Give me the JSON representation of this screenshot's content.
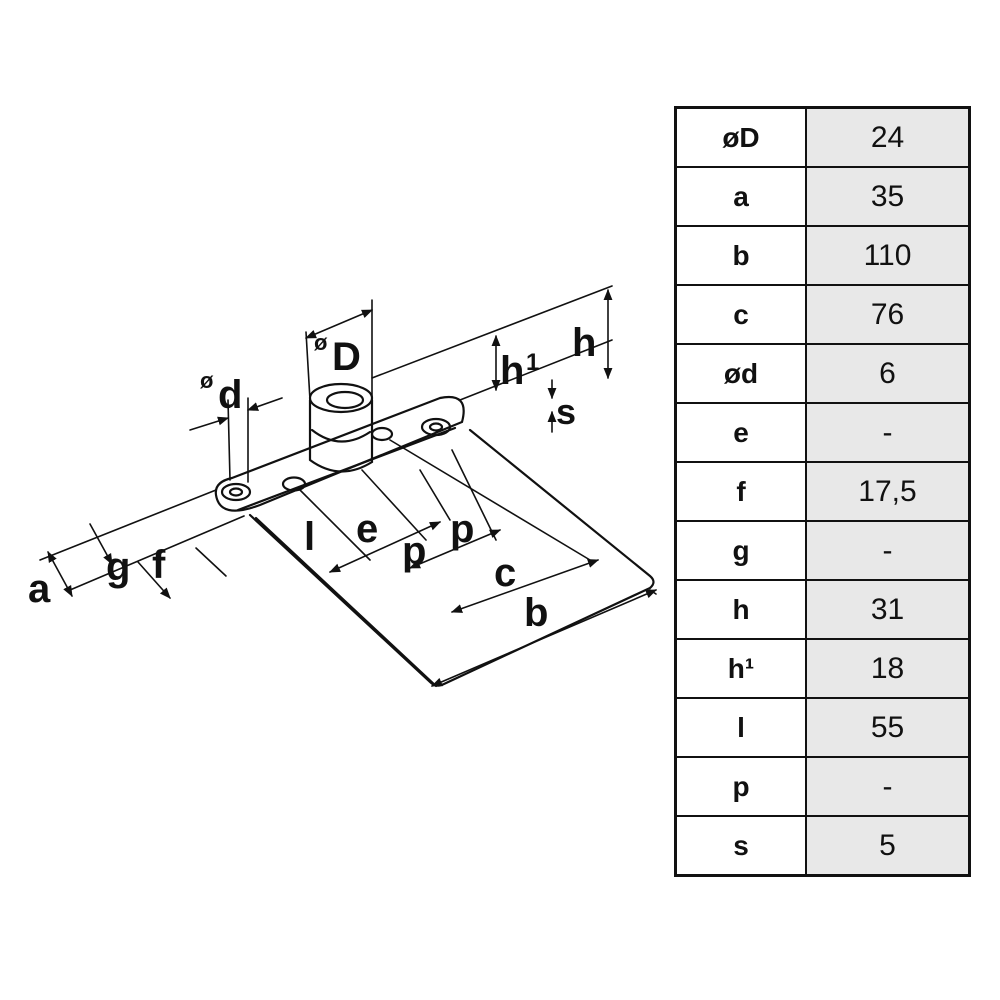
{
  "diagram": {
    "labels": {
      "D": "D",
      "diam_symbol": "ø",
      "d": "d",
      "h1_h": "h",
      "h1_sup": "1",
      "h": "h",
      "s": "s",
      "a": "a",
      "g": "g",
      "f": "f",
      "l": "l",
      "e": "e",
      "p1": "p",
      "p2": "p",
      "c": "c",
      "b": "b"
    }
  },
  "spec_table": {
    "rows": [
      {
        "symbol": "øD",
        "value": "24"
      },
      {
        "symbol": "a",
        "value": "35"
      },
      {
        "symbol": "b",
        "value": "110"
      },
      {
        "symbol": "c",
        "value": "76"
      },
      {
        "symbol": "ød",
        "value": "6"
      },
      {
        "symbol": "e",
        "value": "-"
      },
      {
        "symbol": "f",
        "value": "17,5"
      },
      {
        "symbol": "g",
        "value": "-"
      },
      {
        "symbol": "h",
        "value": "31"
      },
      {
        "symbol": "h¹",
        "value": "18"
      },
      {
        "symbol": "l",
        "value": "55"
      },
      {
        "symbol": "p",
        "value": "-"
      },
      {
        "symbol": "s",
        "value": "5"
      }
    ]
  }
}
